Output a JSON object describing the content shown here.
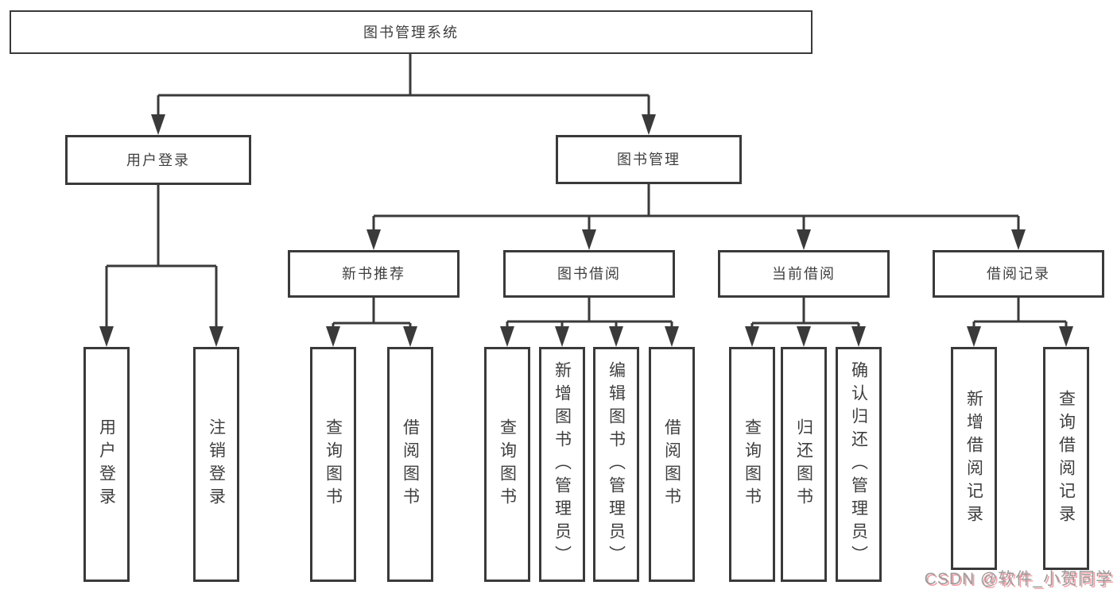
{
  "diagram": {
    "root": {
      "label": "图书管理系统"
    },
    "level2": [
      {
        "label": "用户登录"
      },
      {
        "label": "图书管理"
      }
    ],
    "level3": [
      {
        "label": "新书推荐"
      },
      {
        "label": "图书借阅"
      },
      {
        "label": "当前借阅"
      },
      {
        "label": "借阅记录"
      }
    ],
    "leaves": {
      "user_login": [
        "用户登录",
        "注销登录"
      ],
      "new_book": [
        "查询图书",
        "借阅图书"
      ],
      "borrow": [
        "查询图书",
        "新增图书（管理员）",
        "编辑图书（管理员）",
        "借阅图书"
      ],
      "current": [
        "查询图书",
        "归还图书",
        "确认归还（管理员）"
      ],
      "records": [
        "新增借阅记录",
        "查询借阅记录"
      ]
    }
  },
  "watermark": {
    "text": "CSDN @软件_小贺同学"
  },
  "colors": {
    "line": "#3a3a3a",
    "text": "#3f3f3f",
    "background": "#ffffff",
    "watermark": "#9c9c9c",
    "watermark_accent": "#f2a2a8"
  }
}
